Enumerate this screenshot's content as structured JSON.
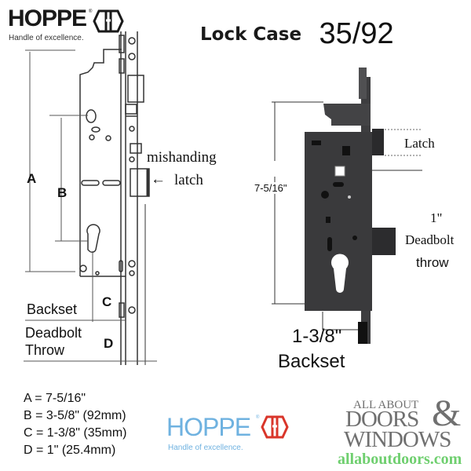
{
  "header": {
    "brand": {
      "name": "HOPPE",
      "reg": "®",
      "tagline": "Handle of excellence.",
      "color": "#1a1a1a"
    },
    "title": "Lock Case",
    "model": "35/92"
  },
  "left_diagram": {
    "labels": {
      "A": "A",
      "B": "B",
      "C": "C",
      "D": "D"
    },
    "backset_label": "Backset",
    "deadbolt_label_line1": "Deadbolt",
    "deadbolt_label_line2": "Throw",
    "mishanding_line1": "mishanding",
    "mishanding_line2": "latch",
    "arrow": "<--"
  },
  "right_diagram": {
    "height_dim": "7-5/16\"",
    "latch_label": "Latch",
    "deadbolt_value": "1\"",
    "deadbolt_line1": "Deadbolt",
    "deadbolt_line2": "throw",
    "backset_value": "1-3/8\"",
    "backset_label": "Backset",
    "body_color": "#3a3a3c"
  },
  "specs": [
    {
      "text": "A = 7-5/16\""
    },
    {
      "text": "B = 3-5/8\" (92mm)"
    },
    {
      "text": "C = 1-3/8\" (35mm)"
    },
    {
      "text": "D = 1\" (25.4mm)"
    }
  ],
  "footer": {
    "hoppe": {
      "name": "HOPPE",
      "reg": "®",
      "tagline": "Handle of excellence.",
      "color": "#6fb2e0",
      "hex_color": "#d9352a"
    },
    "aadw": {
      "line1": "ALL ABOUT",
      "line2": "DOORS",
      "ampersand": "&",
      "line3": "WINDOWS",
      "url": "allaboutdoors.com",
      "gray": "#707070",
      "green": "#6fcf6f"
    }
  }
}
